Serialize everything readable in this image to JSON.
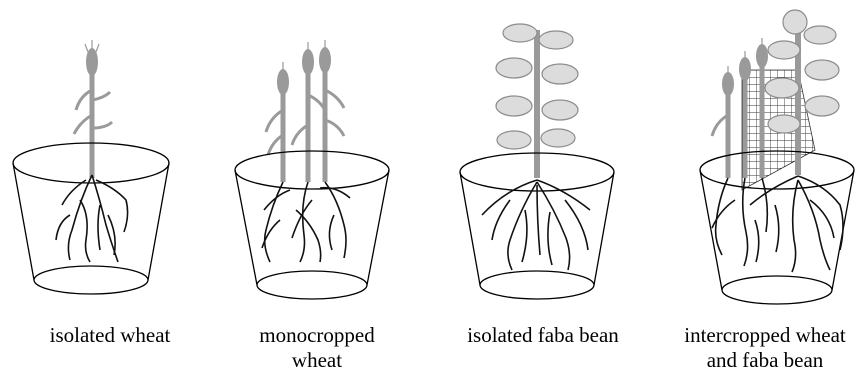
{
  "panels": [
    {
      "id": "isolated-wheat",
      "caption": "isolated wheat",
      "caption_lines": [
        "isolated wheat"
      ]
    },
    {
      "id": "monocropped-wheat",
      "caption": "monocropped wheat",
      "caption_lines": [
        "monocropped",
        "wheat"
      ]
    },
    {
      "id": "isolated-faba-bean",
      "caption": "isolated faba bean",
      "caption_lines": [
        "isolated faba bean"
      ]
    },
    {
      "id": "intercropped",
      "caption": "intercropped wheat and faba bean",
      "caption_lines": [
        "intercropped wheat",
        "and faba bean"
      ]
    }
  ],
  "colors": {
    "outline": "#000000",
    "plant_stem": "#9a9a9a",
    "plant_dark": "#7a7a7a",
    "faba_leaf": "#dcdcdc",
    "faba_leaf_stroke": "#8c8c8c",
    "root": "#111111",
    "background": "#ffffff"
  },
  "icons": [
    "wheat-plant",
    "faba-bean-plant",
    "pot",
    "roots",
    "shade-mesh"
  ]
}
